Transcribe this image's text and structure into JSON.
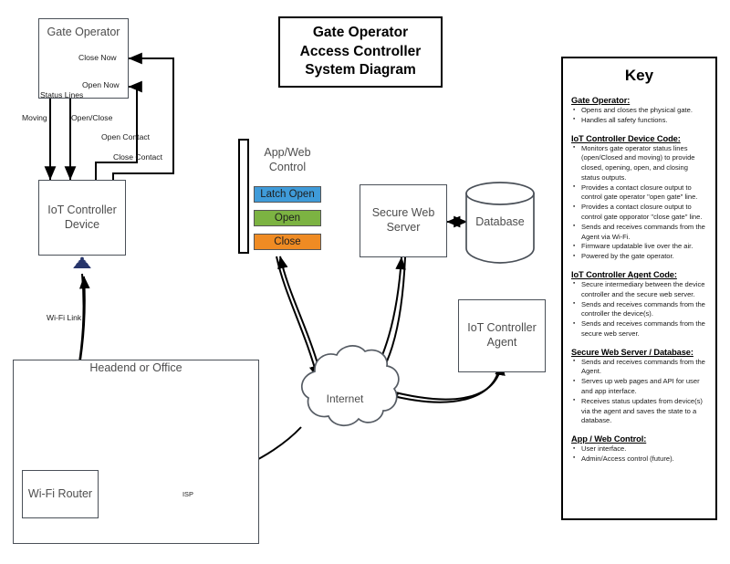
{
  "title_block": {
    "line1": "Gate Operator",
    "line2": "Access Controller",
    "line3": "System Diagram"
  },
  "nodes": {
    "gate_operator": "Gate Operator",
    "iot_controller_device": "IoT Controller\nDevice",
    "iot_controller_device_line1": "IoT Controller",
    "iot_controller_device_line2": "Device",
    "app_web_control_line1": "App/Web",
    "app_web_control_line2": "Control",
    "secure_web_server_line1": "Secure Web",
    "secure_web_server_line2": "Server",
    "database": "Database",
    "iot_controller_agent_line1": "IoT Controller",
    "iot_controller_agent_line2": "Agent",
    "internet": "Internet",
    "headend_or_office": "Headend or Office",
    "wifi_router": "Wi-Fi Router"
  },
  "buttons": {
    "latch_open": "Latch Open",
    "open": "Open",
    "close": "Close"
  },
  "colors": {
    "latch_open_bg": "#3f9bd9",
    "open_bg": "#7cb342",
    "close_bg": "#ef8b23",
    "box_stroke": "#4a5058",
    "wifi_icon": "#27356b",
    "text": "#4d4d4d"
  },
  "wire_labels": {
    "close_now": "Close Now",
    "open_now": "Open Now",
    "status_lines": "Status Lines",
    "moving": "Moving",
    "open_close": "Open/Close",
    "open_contact": "Open Contact",
    "close_contact": "Close Contact",
    "wifi_link": "Wi-Fi Link",
    "isp": "ISP"
  },
  "key": {
    "title": "Key",
    "sections": [
      {
        "heading": "Gate Operator:",
        "items": [
          "Opens and closes the physical gate.",
          "Handles all safety functions."
        ]
      },
      {
        "heading": "IoT Controller Device Code:",
        "items": [
          "Monitors gate operator status lines (open/Closed and moving) to provide closed, opening, open, and closing status outputs.",
          "Provides a contact closure output to control gate operator \"open gate\" line.",
          "Provides a contact closure output to control gate opporator \"close gate\" line.",
          "Sends and receives commands from the Agent via Wi-Fi.",
          "Firmware updatable live over the air.",
          "Powered by the gate operator."
        ]
      },
      {
        "heading": "IoT Controller Agent Code:",
        "items": [
          "Secure intermediary between the device controller and the secure web server.",
          "Sends and receives commands from the controller the device(s).",
          "Sends and receives commands from the secure web server."
        ]
      },
      {
        "heading": "Secure Web Server / Database:",
        "items": [
          "Sends and receives commands from the Agent.",
          "Serves up web pages and API for user and app interface.",
          "Receives status updates from device(s) via the agent and saves the state to a database."
        ]
      },
      {
        "heading": "App / Web Control:",
        "items": [
          "User interface.",
          "Admin/Access control (future)."
        ]
      }
    ]
  },
  "icons": {
    "wifi_device": "wifi-signal-icon",
    "wifi_router": "wifi-signal-icon"
  }
}
